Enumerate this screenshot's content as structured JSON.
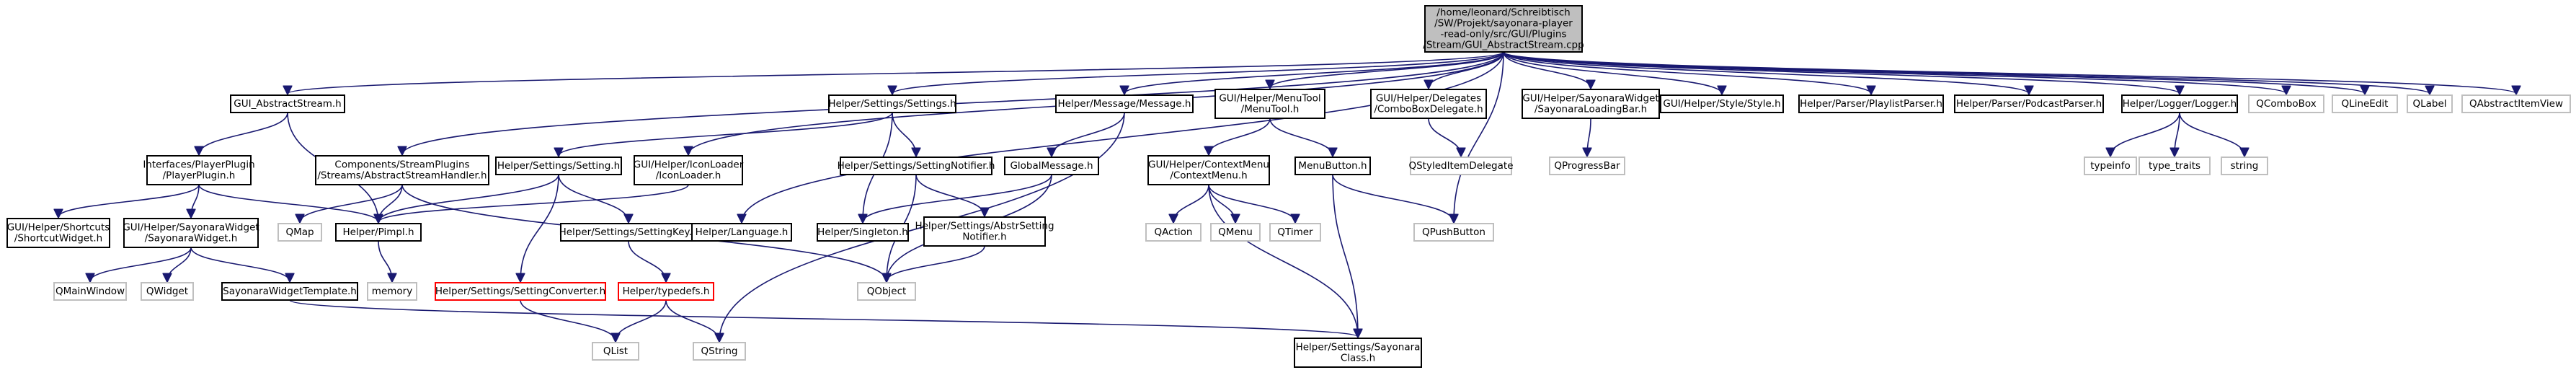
{
  "graph": {
    "nodes": [
      {
        "id": "root",
        "lines": [
          "/home/leonard/Schreibtisch",
          "/SW/Projekt/sayonara-player",
          "-read-only/src/GUI/Plugins",
          "/Stream/GUI_AbstractStream.cpp"
        ],
        "style": "root"
      },
      {
        "id": "n_gui_abstractstream_h",
        "lines": [
          "GUI_AbstractStream.h"
        ],
        "style": "normal"
      },
      {
        "id": "n_interfaces_playerplugin",
        "lines": [
          "Interfaces/PlayerPlugin",
          "/PlayerPlugin.h"
        ],
        "style": "normal"
      },
      {
        "id": "n_shortcutwidget",
        "lines": [
          "GUI/Helper/Shortcuts",
          "/ShortcutWidget.h"
        ],
        "style": "normal"
      },
      {
        "id": "n_sayonarawidget",
        "lines": [
          "GUI/Helper/SayonaraWidget",
          "/SayonaraWidget.h"
        ],
        "style": "normal"
      },
      {
        "id": "n_qmainwindow",
        "lines": [
          "QMainWindow"
        ],
        "style": "external"
      },
      {
        "id": "n_qwidget",
        "lines": [
          "QWidget"
        ],
        "style": "external"
      },
      {
        "id": "n_sayonarawidgettemplate",
        "lines": [
          "SayonaraWidgetTemplate.h"
        ],
        "style": "normal"
      },
      {
        "id": "n_abstractstreamhandler",
        "lines": [
          "Components/StreamPlugins",
          "/Streams/AbstractStreamHandler.h"
        ],
        "style": "normal"
      },
      {
        "id": "n_qmap",
        "lines": [
          "QMap"
        ],
        "style": "external"
      },
      {
        "id": "n_pimpl",
        "lines": [
          "Helper/Pimpl.h"
        ],
        "style": "normal"
      },
      {
        "id": "n_memory",
        "lines": [
          "memory"
        ],
        "style": "external"
      },
      {
        "id": "n_iconloader",
        "lines": [
          "GUI/Helper/IconLoader",
          "/IconLoader.h"
        ],
        "style": "normal"
      },
      {
        "id": "n_settings_h",
        "lines": [
          "Helper/Settings/Settings.h"
        ],
        "style": "normal"
      },
      {
        "id": "n_setting_h",
        "lines": [
          "Helper/Settings/Setting.h"
        ],
        "style": "normal"
      },
      {
        "id": "n_settingconverter",
        "lines": [
          "Helper/Settings/SettingConverter.h"
        ],
        "style": "red"
      },
      {
        "id": "n_settingkey",
        "lines": [
          "Helper/Settings/SettingKey.h"
        ],
        "style": "normal"
      },
      {
        "id": "n_typedefs",
        "lines": [
          "Helper/typedefs.h"
        ],
        "style": "red"
      },
      {
        "id": "n_qlist",
        "lines": [
          "QList"
        ],
        "style": "external"
      },
      {
        "id": "n_qstring",
        "lines": [
          "QString"
        ],
        "style": "external"
      },
      {
        "id": "n_language",
        "lines": [
          "Helper/Language.h"
        ],
        "style": "normal"
      },
      {
        "id": "n_singleton",
        "lines": [
          "Helper/Singleton.h"
        ],
        "style": "normal"
      },
      {
        "id": "n_settingnotifier",
        "lines": [
          "Helper/Settings/SettingNotifier.h"
        ],
        "style": "normal"
      },
      {
        "id": "n_abstrsettingnotifier",
        "lines": [
          "Helper/Settings/AbstrSetting",
          "Notifier.h"
        ],
        "style": "normal"
      },
      {
        "id": "n_qobject",
        "lines": [
          "QObject"
        ],
        "style": "external"
      },
      {
        "id": "n_message",
        "lines": [
          "Helper/Message/Message.h"
        ],
        "style": "normal"
      },
      {
        "id": "n_globalmessage",
        "lines": [
          "GlobalMessage.h"
        ],
        "style": "normal"
      },
      {
        "id": "n_menutool",
        "lines": [
          "GUI/Helper/MenuTool",
          "/MenuTool.h"
        ],
        "style": "normal"
      },
      {
        "id": "n_contextmenu",
        "lines": [
          "GUI/Helper/ContextMenu",
          "/ContextMenu.h"
        ],
        "style": "normal"
      },
      {
        "id": "n_qaction",
        "lines": [
          "QAction"
        ],
        "style": "external"
      },
      {
        "id": "n_qmenu",
        "lines": [
          "QMenu"
        ],
        "style": "external"
      },
      {
        "id": "n_qtimer",
        "lines": [
          "QTimer"
        ],
        "style": "external"
      },
      {
        "id": "n_menubutton",
        "lines": [
          "MenuButton.h"
        ],
        "style": "normal"
      },
      {
        "id": "n_sayonaraclass",
        "lines": [
          "Helper/Settings/Sayonara",
          "Class.h"
        ],
        "style": "normal"
      },
      {
        "id": "n_qpushbutton",
        "lines": [
          "QPushButton"
        ],
        "style": "external"
      },
      {
        "id": "n_comboboxdelegate",
        "lines": [
          "GUI/Helper/Delegates",
          "/ComboBoxDelegate.h"
        ],
        "style": "normal"
      },
      {
        "id": "n_qstyleditemdelegate",
        "lines": [
          "QStyledItemDelegate"
        ],
        "style": "external"
      },
      {
        "id": "n_sayonaraloadingbar",
        "lines": [
          "GUI/Helper/SayonaraWidget",
          "/SayonaraLoadingBar.h"
        ],
        "style": "normal"
      },
      {
        "id": "n_qprogressbar",
        "lines": [
          "QProgressBar"
        ],
        "style": "external"
      },
      {
        "id": "n_style",
        "lines": [
          "GUI/Helper/Style/Style.h"
        ],
        "style": "normal"
      },
      {
        "id": "n_playlistparser",
        "lines": [
          "Helper/Parser/PlaylistParser.h"
        ],
        "style": "normal"
      },
      {
        "id": "n_podcastparser",
        "lines": [
          "Helper/Parser/PodcastParser.h"
        ],
        "style": "normal"
      },
      {
        "id": "n_logger",
        "lines": [
          "Helper/Logger/Logger.h"
        ],
        "style": "normal"
      },
      {
        "id": "n_typeinfo",
        "lines": [
          "typeinfo"
        ],
        "style": "external"
      },
      {
        "id": "n_type_traits",
        "lines": [
          "type_traits"
        ],
        "style": "external"
      },
      {
        "id": "n_string",
        "lines": [
          "string"
        ],
        "style": "external"
      },
      {
        "id": "n_qcombobox",
        "lines": [
          "QComboBox"
        ],
        "style": "external"
      },
      {
        "id": "n_qlineedit",
        "lines": [
          "QLineEdit"
        ],
        "style": "external"
      },
      {
        "id": "n_qlabel",
        "lines": [
          "QLabel"
        ],
        "style": "external"
      },
      {
        "id": "n_qabstractitemview",
        "lines": [
          "QAbstractItemView"
        ],
        "style": "external"
      }
    ]
  },
  "colors": {
    "edge": "#191970",
    "root_fill": "#bfbfbf",
    "node_stroke": "#000000",
    "red_stroke": "#ff0000",
    "external_stroke": "#bfbfbf",
    "external_text": "#000000"
  }
}
